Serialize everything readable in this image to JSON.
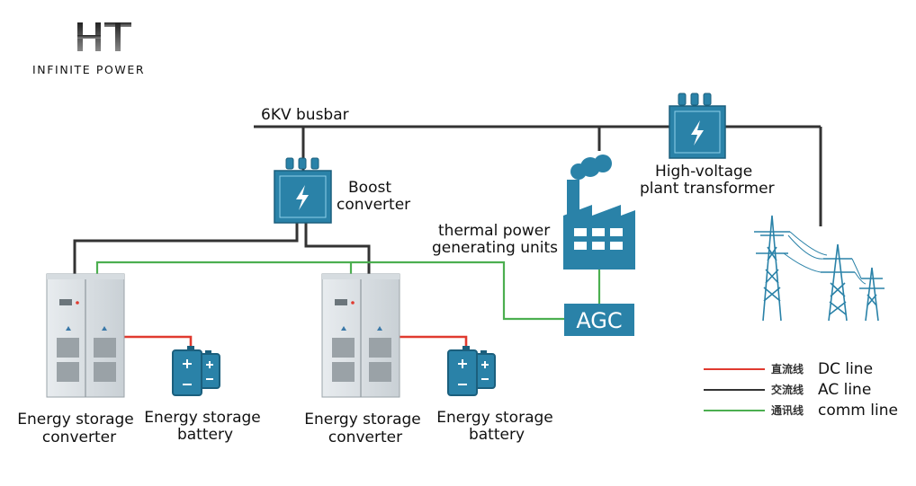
{
  "logo": {
    "mark": "HT",
    "tagline": "INFINITE POWER"
  },
  "busbar": {
    "label": "6KV busbar"
  },
  "boost_converter": {
    "label_line1": "Boost",
    "label_line2": "converter"
  },
  "hv_transformer": {
    "label_line1": "High-voltage",
    "label_line2": "plant transformer"
  },
  "thermal_units": {
    "label_line1": "thermal power",
    "label_line2": "generating units"
  },
  "agc": {
    "label": "AGC"
  },
  "storage_units": [
    {
      "converter_line1": "Energy storage",
      "converter_line2": "converter",
      "battery_line1": "Energy storage",
      "battery_line2": "battery"
    },
    {
      "converter_line1": "Energy storage",
      "converter_line2": "converter",
      "battery_line1": "Energy storage",
      "battery_line2": "battery"
    }
  ],
  "legend": [
    {
      "cn": "直流线",
      "en": "DC line",
      "color": "#e03a2f"
    },
    {
      "cn": "交流线",
      "en": "AC line",
      "color": "#333333"
    },
    {
      "cn": "通讯线",
      "en": "comm line",
      "color": "#4caf50"
    }
  ],
  "colors": {
    "equipment_blue": "#2a82a8",
    "ac_line": "#333333",
    "dc_line": "#e03a2f",
    "comm_line": "#4caf50"
  }
}
